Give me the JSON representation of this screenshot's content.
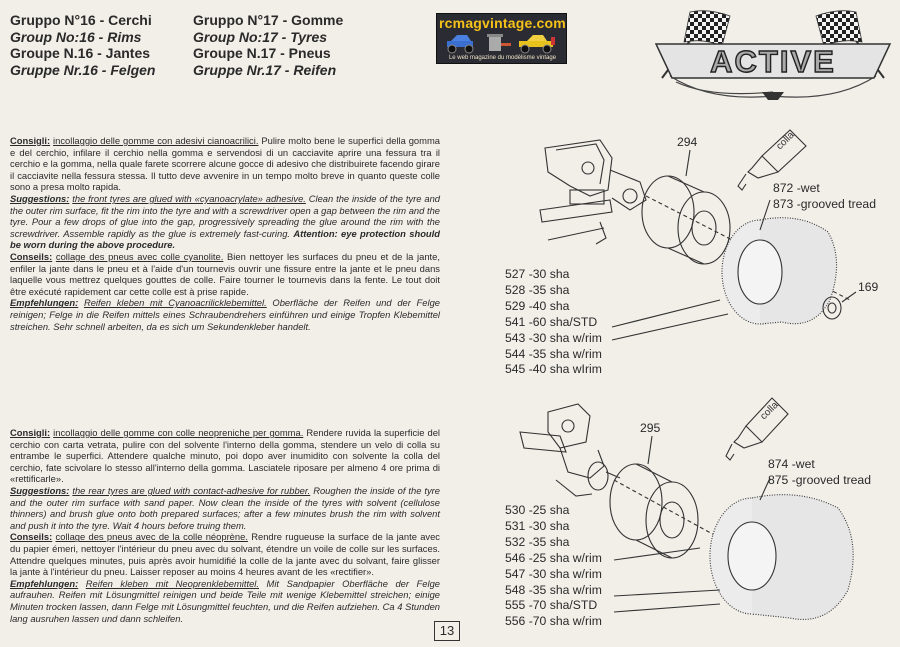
{
  "header": {
    "group16": {
      "it": "Gruppo N°16 - Cerchi",
      "en": "Group No:16 - Rims",
      "fr": "Groupe N.16 - Jantes",
      "de": "Gruppe Nr.16 - Felgen"
    },
    "group17": {
      "it": "Gruppo N°17 - Gomme",
      "en": "Group No:17 - Tyres",
      "fr": "Groupe N.17 - Pneus",
      "de": "Gruppe Nr.17 - Reifen"
    },
    "logo_title": "rcmagvintage.com",
    "logo_subtitle": "Le web magazine du modélisme vintage",
    "brand": "ACTIVE"
  },
  "front": {
    "it_label": "Consigli:",
    "it_head": "incollaggio delle gomme con adesivi cianoacrilici.",
    "it_body": " Pulire molto bene le superfici della gomma e del cerchio, infilare il cerchio nella gomma e servendosi di un cacciavite aprire una fessura tra il cerchio e la gomma, nella quale farete scorrere alcune gocce di adesivo che distribuirete facendo girare il cacciavite nella fessura stessa. Il tutto deve avvenire in un tempo molto breve in quanto queste colle sono a presa molto rapida.",
    "en_label": "Suggestions:",
    "en_head": "the front tyres are glued with «cyanoacrylate» adhesive.",
    "en_body": " Clean the inside of the tyre and the outer rim surface, fit the rim into the tyre and with a screwdriver open a gap between the rim and the tyre. Pour a few drops of glue into the gap, progressively spreading the glue around the rim with the screwdriver. Assemble rapidly as the glue is extremely fast-curing. ",
    "en_warning": "Attention: eye protection should be worn during the above procedure.",
    "fr_label": "Conseils:",
    "fr_head": "collage des pneus avec colle cyanolite.",
    "fr_body": " Bien nettoyer les surfaces du pneu et de la jante, enfiler la jante dans le pneu et à l'aide d'un tournevis ouvrir une fissure entre la jante et le pneu dans laquelle vous mettrez quelques gouttes de colle. Faire tourner le tournevis dans la fente. Le tout doit être exécuté rapidement car cette colle est à prise rapide.",
    "de_label": "Empfehlungen:",
    "de_head": "Reifen kleben mit Cyanoacrilicklebemittel.",
    "de_body": " Oberfläche der Reifen und der Felge reinigen; Felge in die Reifen mittels eines Schraubendrehers einführen und einige Tropfen Klebemittel streichen. Sehr schnell arbeiten, da es sich um Sekundenkleber handelt."
  },
  "rear": {
    "it_label": "Consigli:",
    "it_head": "incollaggio delle gomme con colle neopreniche per gomma.",
    "it_body": " Rendere ruvida la superficie del cerchio con carta vetrata, pulire con del solvente l'interno della gomma, stendere un velo di colla su entrambe le superfici. Attendere qualche minuto, poi dopo aver inumidito con solvente la colla del cerchio, fate scivolare lo stesso all'interno della gomma. Lasciatele riposare per almeno 4 ore prima di «rettificarle».",
    "en_label": "Suggestions:",
    "en_head": "the rear tyres are glued with contact-adhesive for rubber.",
    "en_body": " Roughen the inside of the tyre and the outer rim surface with sand paper. Now clean the inside of the tyres with solvent (cellulose thinners) and brush glue onto both prepared surfaces; after a few minutes brush the rim with solvent and push it into the tyre. Wait 4 hours before truing them.",
    "fr_label": "Conseils:",
    "fr_head": "collage des pneus avec de la colle néoprène.",
    "fr_body": " Rendre rugueuse la surface de la jante avec du papier émeri, nettoyer l'intérieur du pneu avec du solvant, étendre un voile de colle sur les surfaces. Attendre quelques minutes, puis après avoir humidifié la colle de la jante avec du solvant, faire glisser la jante à l'intérieur du pneu. Laisser reposer au moins 4 heures avant de les «rectifier».",
    "de_label": "Empfehlungen:",
    "de_head": "Reifen kleben mit Neoprenklebemittel.",
    "de_body": " Mit Sandpapier Oberfläche der Felge aufrauhen. Reifen mit Lösungmittel reinigen und beide Teile mit wenige Klebemittel streichen; einige Minuten trocken lassen, dann Felge mit Lösungmittel feuchten, und die Reifen aufziehen. Ca 4 Stunden lang ausruhen lassen und dann schleifen."
  },
  "diagram": {
    "front_rim": "294",
    "rear_rim": "295",
    "nut": "169",
    "glue": "colla",
    "front_tyre_wet": "872 -wet",
    "front_tyre_grooved": "873 -grooved tread",
    "rear_tyre_wet": "874 -wet",
    "rear_tyre_grooved": "875 -grooved tread",
    "front_parts": [
      "527 -30 sha",
      "528 -35 sha",
      "529 -40 sha",
      "541 -60 sha/STD",
      "543 -30 sha w/rim",
      "544 -35 sha w/rim",
      "545 -40 sha wIrim"
    ],
    "rear_parts": [
      "530 -25 sha",
      "531 -30 sha",
      "532 -35 sha",
      "546 -25 sha w/rim",
      "547 -30 sha w/rim",
      "548 -35 sha w/rim",
      "555 -70 sha/STD",
      "556 -70 sha w/rim"
    ]
  },
  "page_number": "13",
  "colors": {
    "paper": "#f2efe9",
    "ink": "#2a2a2a",
    "logo_bg": "#2b2b33",
    "logo_text": "#f6c21a"
  }
}
